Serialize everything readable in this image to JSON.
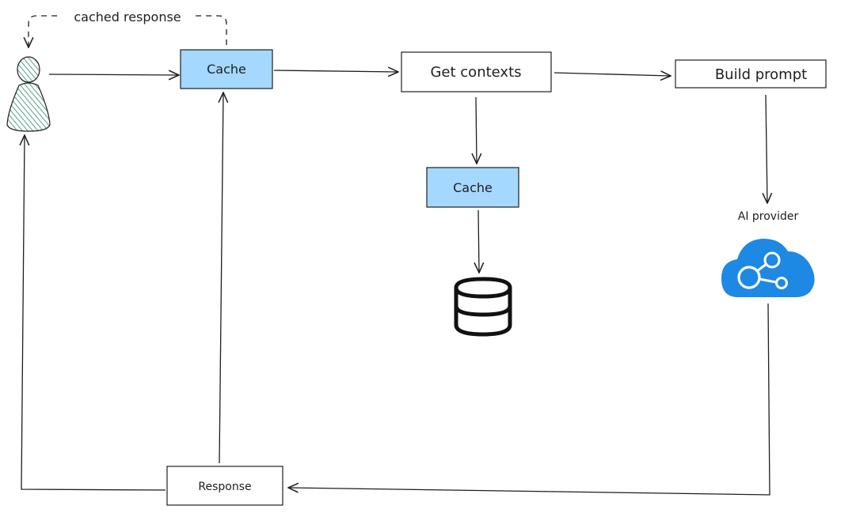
{
  "colors": {
    "cache_fill": "#a5d8ff",
    "person_fill": "#b2f2bb",
    "person_stroke": "#0b7a5a",
    "cloud_fill": "#1e88e5",
    "stroke": "#1e1e1e",
    "background": "#ffffff"
  },
  "edges": {
    "cached_response_label": "cached response"
  },
  "nodes": {
    "user": {
      "icon": "person-icon"
    },
    "cache_main": {
      "label": "Cache"
    },
    "get_contexts": {
      "label": "Get contexts"
    },
    "build_prompt": {
      "label": "Build prompt"
    },
    "cache_context": {
      "label": "Cache"
    },
    "database": {
      "icon": "database-icon"
    },
    "ai_provider": {
      "label": "AI provider",
      "icon": "cloud-network-icon"
    },
    "response": {
      "label": "Response"
    }
  }
}
